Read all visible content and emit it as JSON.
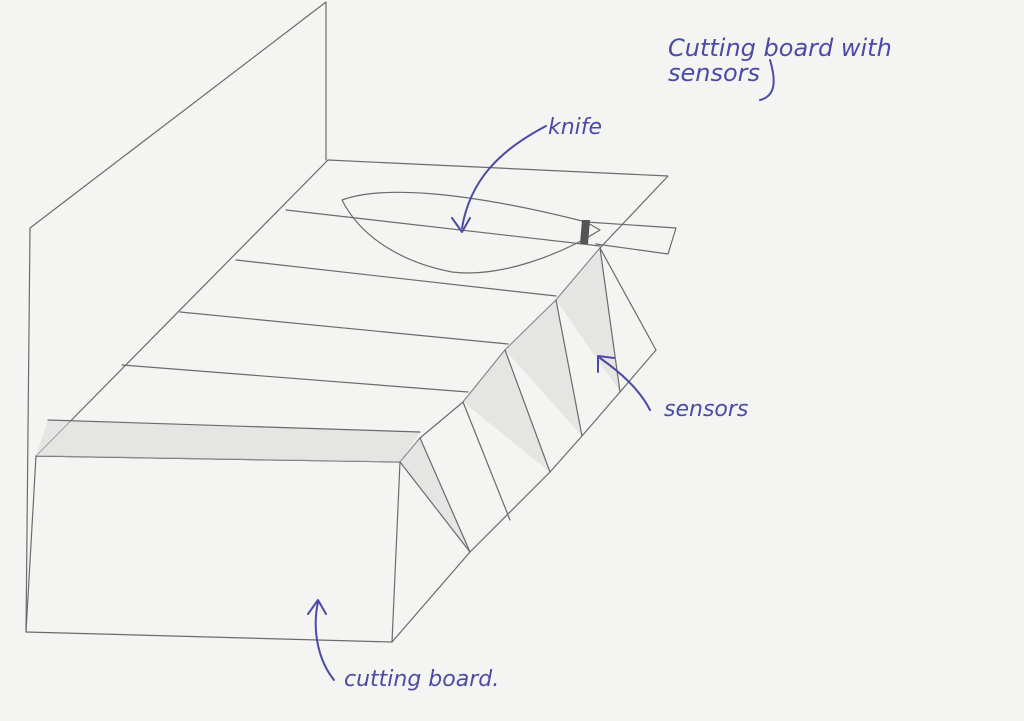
{
  "labels": {
    "title": "Cutting board with sensors",
    "knife": "knife",
    "sensors": "sensors",
    "cutting_board": "cutting board."
  },
  "colors": {
    "paper": "#f4f4f2",
    "pencil": "#6b6b6b",
    "ink": "#4b4ba6"
  }
}
